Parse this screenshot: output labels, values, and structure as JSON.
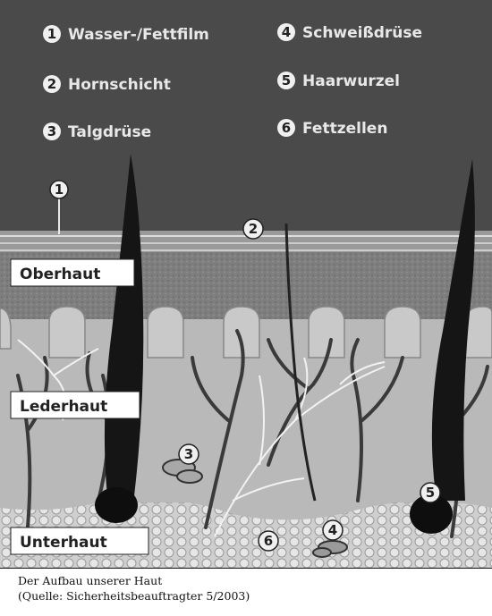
{
  "legend": {
    "items": [
      {
        "number": "1",
        "label": "Wasser-/Fettfilm"
      },
      {
        "number": "2",
        "label": "Hornschicht"
      },
      {
        "number": "3",
        "label": "Talgdrüse"
      },
      {
        "number": "4",
        "label": "Schweißdrüse"
      },
      {
        "number": "5",
        "label": "Haarwurzel"
      },
      {
        "number": "6",
        "label": "Fettzellen"
      }
    ]
  },
  "layers": {
    "epidermis": "Oberhaut",
    "dermis": "Lederhaut",
    "subcutis": "Unterhaut"
  },
  "markers": {
    "m1": "1",
    "m2": "2",
    "m3": "3",
    "m4": "4",
    "m5": "5",
    "m6": "6"
  },
  "caption": {
    "title": "Der Aufbau unserer Haut",
    "source": "(Quelle: Sicherheitsbeauftragter 5/2003)"
  },
  "colors": {
    "background_top": "#4a4a4a",
    "epidermis": "#8a8a8a",
    "dermis": "#b8b8b8",
    "subcutis": "#c8c8c8",
    "hair": "#101010",
    "vessels": "#3a3a3a",
    "nerves": "#f2f2f2"
  }
}
